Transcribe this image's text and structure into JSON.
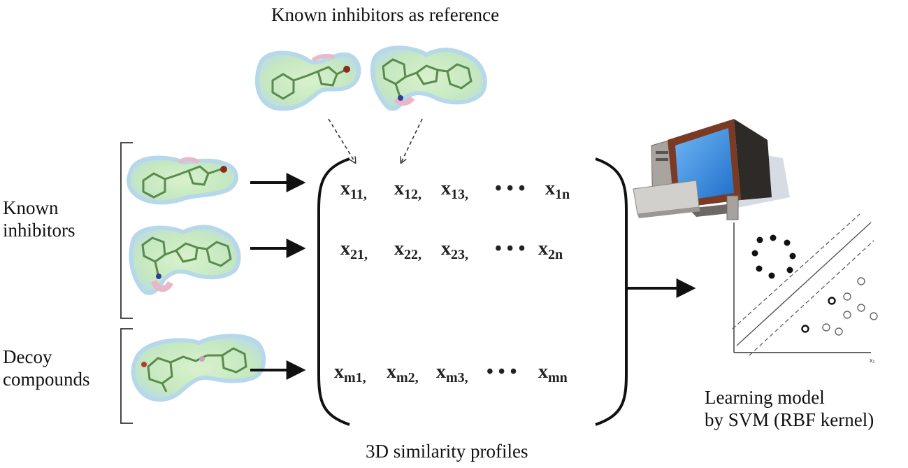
{
  "header": {
    "reference_title": "Known inhibitors as reference"
  },
  "groups": {
    "known_inhibitors_label": [
      "Known",
      "inhibitors"
    ],
    "decoy_label": [
      "Decoy",
      "compounds"
    ]
  },
  "matrix": {
    "rows": [
      {
        "cells": [
          {
            "base": "x",
            "sub": "11,"
          },
          {
            "base": "x",
            "sub": "12,"
          },
          {
            "base": "x",
            "sub": "13,"
          },
          {
            "base": "• • •",
            "sub": ""
          },
          {
            "base": "x",
            "sub": "1n"
          }
        ]
      },
      {
        "cells": [
          {
            "base": "x",
            "sub": "21,"
          },
          {
            "base": "x",
            "sub": "22,"
          },
          {
            "base": "x",
            "sub": "23,"
          },
          {
            "base": "• • •",
            "sub": ""
          },
          {
            "base": "x",
            "sub": "2n"
          }
        ]
      },
      {
        "cells": [
          {
            "base": "x",
            "sub": "m1,"
          },
          {
            "base": "x",
            "sub": "m2,"
          },
          {
            "base": "x",
            "sub": "m3,"
          },
          {
            "base": "• • •",
            "sub": ""
          },
          {
            "base": "x",
            "sub": "mn"
          }
        ]
      }
    ],
    "caption": "3D similarity profiles"
  },
  "model": {
    "label_line1": "Learning model",
    "label_line2": "by SVM (RBF kernel)"
  },
  "colors": {
    "molecule_glow": "#c9ecc0",
    "molecule_halo": "#bcd9ea",
    "pink_patch": "#eab7c8",
    "screen_blue": "#3a8fe0",
    "cabinet_gray": "#8f8a87"
  }
}
